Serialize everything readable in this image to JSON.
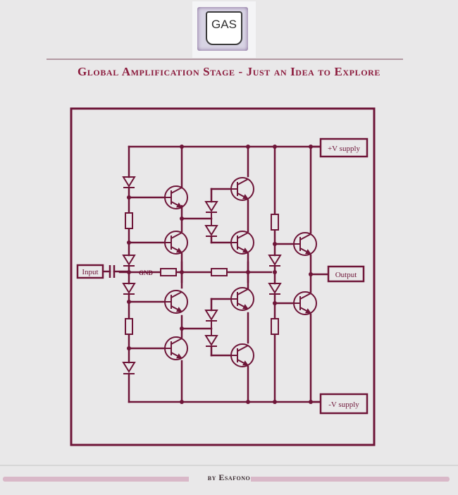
{
  "logo": {
    "text": "GAS"
  },
  "title": "Global Amplification Stage - Just an Idea to Explore",
  "labels": {
    "input": "Input",
    "gnd": "GND",
    "output": "Output",
    "pos_supply": "+V supply",
    "neg_supply": "-V supply"
  },
  "footer": {
    "byline": "by Esafono"
  },
  "colors": {
    "wire": "#6e1538",
    "title": "#8b1a3c",
    "background": "#e9e8e9",
    "footer_bar": "#d9b8c8"
  }
}
